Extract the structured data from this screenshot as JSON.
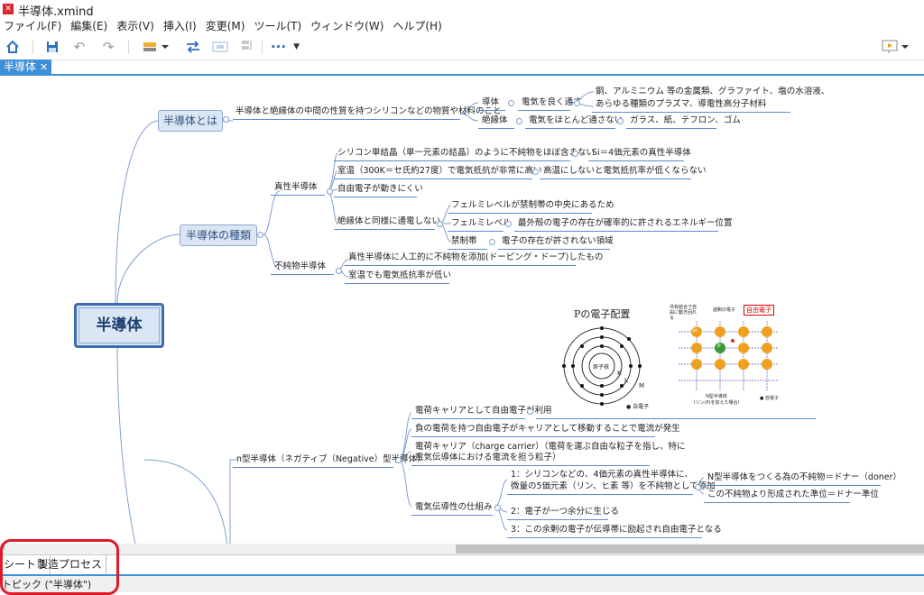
{
  "window": {
    "title": "半導体.xmind"
  },
  "menu": [
    "ファイル(F)",
    "編集(E)",
    "表示(V)",
    "挿入(I)",
    "変更(M)",
    "ツール(T)",
    "ウィンドウ(W)",
    "ヘルプ(H)"
  ],
  "toolbar": {
    "more": "···"
  },
  "tab": {
    "label": "半導体",
    "close": "✕"
  },
  "mindmap": {
    "root": "半導体",
    "b1": {
      "label": "半導体とは",
      "desc": "半導体と絶縁体の中間の性質を持つシリコンなどの物質や材料のこと",
      "conductor": "導体",
      "conductor_prop": "電気を良く通す",
      "conductor_ex1": "銅、アルミニウム 等の金属類、グラファイト、塩の水溶液、",
      "conductor_ex2": "あらゆる種類のプラズマ、導電性高分子材料",
      "insulator": "絶縁体",
      "insulator_prop": "電気をほとんど通さない",
      "insulator_ex": "ガラス、紙、テフロン、ゴム"
    },
    "b2": {
      "label": "半導体の種類",
      "intrinsic": "真性半導体",
      "i1": "シリコン単結晶（単一元素の結晶）のように不純物をほぼ含まない",
      "i1b": "Si＝4価元素の真性半導体",
      "i2": "室温（300K＝セ氏約27度）で電気抵抗が非常に高い",
      "i2b": "高温にしないと電気抵抗率が低くならない",
      "i3": "自由電子が動きにくい",
      "i4": "絶縁体と同様に通電しない",
      "i4a": "フェルミレベルが禁制帯の中央にあるため",
      "i4b": "フェルミレベル",
      "i4b2": "最外殻の電子の存在が確率的に許されるエネルギー位置",
      "i4c": "禁制帯",
      "i4c2": "電子の存在が許されない領域",
      "impurity": "不純物半導体",
      "m1": "真性半導体に人工的に不純物を添加(ドーピング・ドープ)したもの",
      "m2": "室温でも電気抵抗率が低い"
    },
    "ntype": {
      "label": "n型半導体（ネガティブ（Negative）型半導体）",
      "n1": "電荷キャリアとして自由電子が利用",
      "n2": "負の電荷を持つ自由電子がキャリアとして移動することで電流が発生",
      "n3a": "電荷キャリア（charge carrier）（電荷を運ぶ自由な粒子を指し、特に",
      "n3b": "電気伝導体における電流を担う粒子）",
      "n4": "電気伝導性の仕組み",
      "n4a1": "1：シリコンなどの、4価元素の真性半導体に、",
      "n4a2": "微量の5価元素（リン、ヒ素 等）を不純物として添加",
      "n4a3": "N型半導体をつくる為の不純物＝ドナー（doner）",
      "n4a4": "この不純物より形成された準位＝ドナー準位",
      "n4b": "2：電子が一つ余分に生じる",
      "n4c": "3：この余剰の電子が伝導帯に励起され自由電子となる"
    },
    "images": {
      "atom_title": "Pの電子配置",
      "atom_core": "原子核",
      "atom_K": "K",
      "atom_L": "L",
      "atom_M": "M",
      "atom_legend": "● 自電子",
      "lattice_a": "共有結合で自由に動き回れる",
      "lattice_b": "過剰の電子",
      "lattice_c": "自由電子",
      "lattice_cap1": "N型半導体",
      "lattice_cap2": "（リン(P)を加えた場合）",
      "lattice_legend": "● 自電子",
      "si": "Si",
      "p": "P"
    }
  },
  "sheets": [
    "シート 1",
    "製造プロセス"
  ],
  "status": "トピック (\"半導体\")",
  "colors": {
    "accent": "#3d8fd6",
    "branch": "#5b8bd0",
    "highlight": "#e0192a"
  }
}
